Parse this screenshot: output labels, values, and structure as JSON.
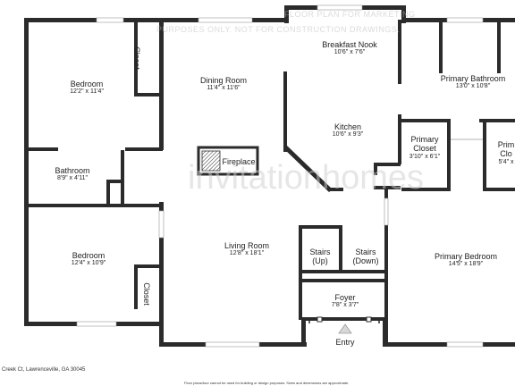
{
  "watermark": {
    "line1": "FLOOR PLAN FOR MARKETING",
    "line2": "PURPOSES ONLY. NOT FOR CONSTRUCTION DRAWINGS.",
    "brand": "invitationhomes"
  },
  "rooms": {
    "bedroom_top": {
      "name": "Bedroom",
      "dim": "12'2\" x 11'4\""
    },
    "closet_top": {
      "name": "Closet"
    },
    "dining": {
      "name": "Dining Room",
      "dim": "11'4\" x 11'6\""
    },
    "breakfast": {
      "name": "Breakfast Nook",
      "dim": "10'6\" x 7'6\""
    },
    "primary_bath": {
      "name": "Primary Bathroom",
      "dim": "13'0\" x 10'8\""
    },
    "kitchen": {
      "name": "Kitchen",
      "dim": "10'6\" x 9'3\""
    },
    "primary_closet": {
      "name1": "Primary",
      "name2": "Closet",
      "dim": "3'10\" x 6'1\""
    },
    "primary_closet2": {
      "name1": "Prim",
      "name2": "Clo",
      "dim": "5'4\" x"
    },
    "fireplace": {
      "name": "Fireplace"
    },
    "bathroom": {
      "name": "Bathroom",
      "dim": "8'9\" x 4'11\""
    },
    "living": {
      "name": "Living Room",
      "dim": "12'8\" x 18'1\""
    },
    "stairs_up": {
      "name1": "Stairs",
      "name2": "(Up)"
    },
    "stairs_down": {
      "name1": "Stairs",
      "name2": "(Down)"
    },
    "bedroom_bottom": {
      "name": "Bedroom",
      "dim": "12'4\" x 10'9\""
    },
    "closet_bottom": {
      "name": "Closet"
    },
    "primary_bed": {
      "name": "Primary Bedroom",
      "dim": "14'5\" x 18'9\""
    },
    "foyer": {
      "name": "Foyer",
      "dim": "7'8\" x 3'7\""
    },
    "entry": {
      "name": "Entry"
    }
  },
  "footer": {
    "address": "Creek Ct, Lawrenceville, GA 30045",
    "disclaimer": "Floor plans/tour cannot be used for building or design purposes. Sizes and dimensions are approximate."
  },
  "colors": {
    "wall": "#2b2b2b",
    "background": "#ffffff",
    "text": "#222222"
  }
}
